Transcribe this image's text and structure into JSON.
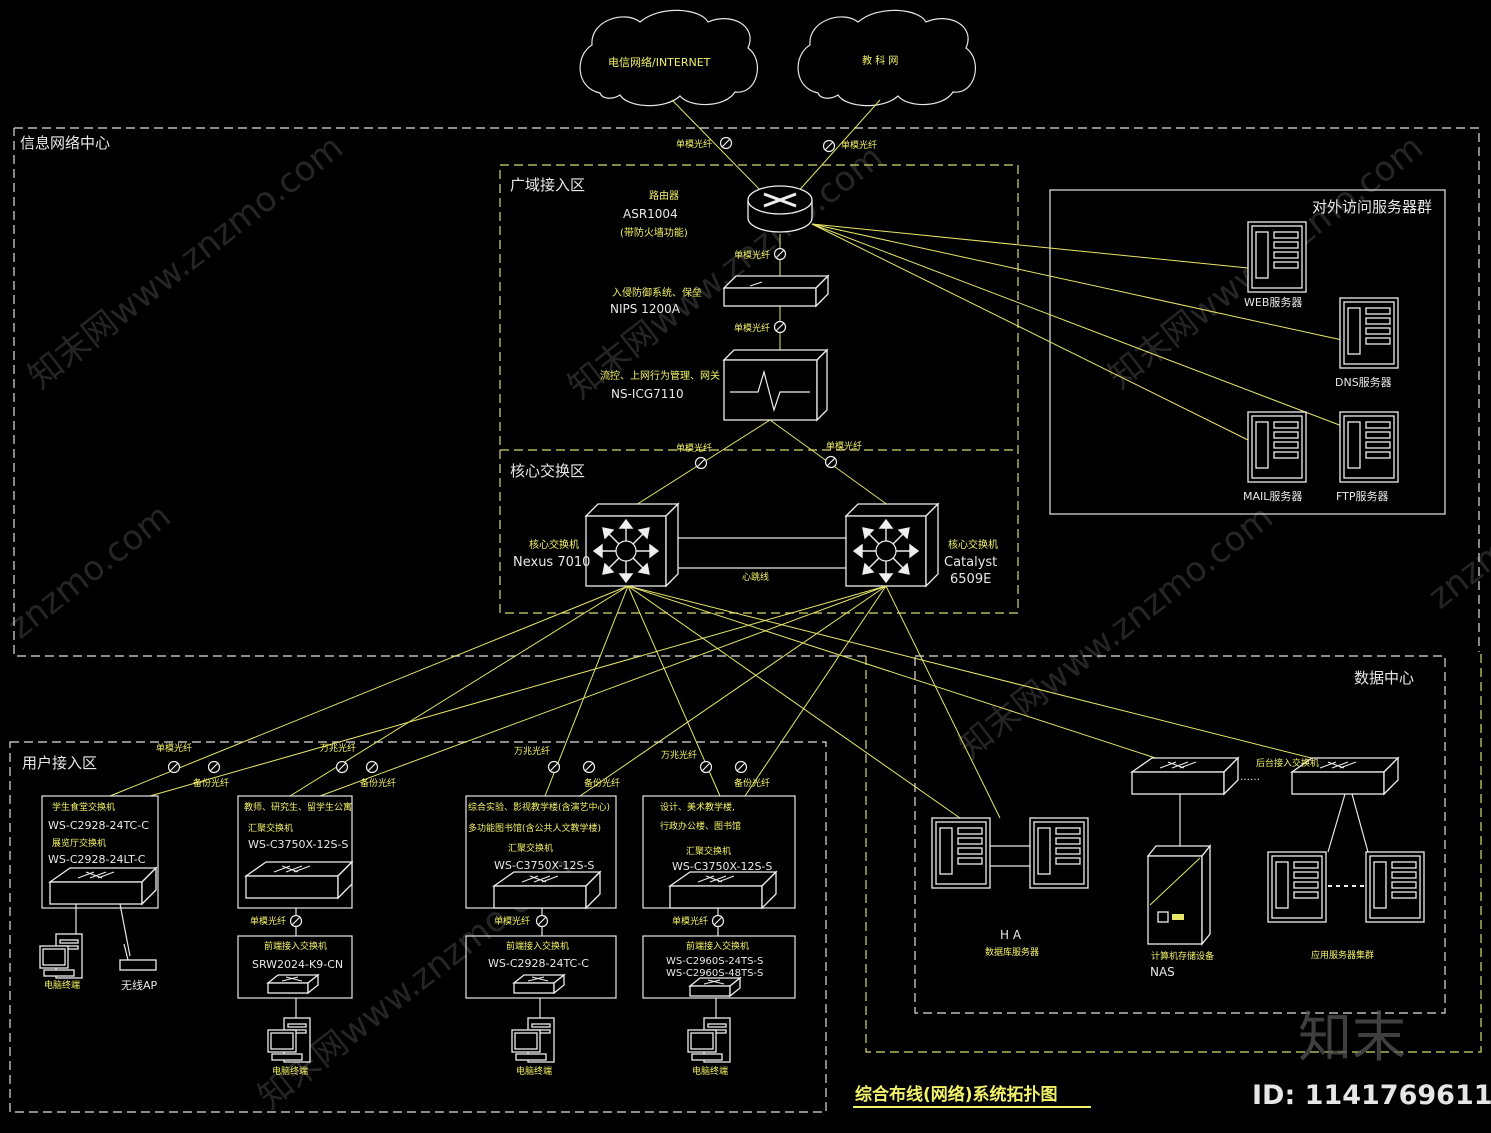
{
  "colors": {
    "background": "#000000",
    "lines": "#e6e66a",
    "text_white": "#e8e8e8",
    "text_yellow": "#f2f26a"
  },
  "clouds": {
    "internet": "电信网络/INTERNET",
    "edu": "教 科 网"
  },
  "zones": {
    "center": "信息网络中心",
    "wan": "广域接入区",
    "core": "核心交换区",
    "servers": "对外访问服务器群",
    "datacenter": "数据中心",
    "user": "用户接入区"
  },
  "labels": {
    "single_fiber": "单模光纤",
    "gigabit_fiber": "万兆光纤",
    "backup_fiber": "备份光纤",
    "heartbeat": "心跳线"
  },
  "router": {
    "role": "路由器",
    "model": "ASR1004",
    "note": "(带防火墙功能)"
  },
  "ips": {
    "role": "入侵防御系统、保垒",
    "model": "NIPS 1200A"
  },
  "icg": {
    "role": "流控、上网行为管理、网关",
    "model": "NS-ICG7110"
  },
  "core_left": {
    "role": "核心交换机",
    "model": "Nexus 7010"
  },
  "core_right": {
    "role": "核心交换机",
    "model1": "Catalyst",
    "model2": "6509E"
  },
  "servers": {
    "web": "WEB服务器",
    "dns": "DNS服务器",
    "mail": "MAIL服务器",
    "ftp": "FTP服务器"
  },
  "datacenter": {
    "dc_switch": "后台接入交换机",
    "dots": "……",
    "ha": "H A",
    "db": "数据库服务器",
    "storage": "计算机存储设备",
    "nas": "NAS",
    "app": "应用服务器集群"
  },
  "user": {
    "g1_a": "学生食堂交换机",
    "g1_b": "WS-C2928-24TC-C",
    "g1_c": "展览厅交换机",
    "g1_d": "WS-C2928-24LT-C",
    "pc": "电脑终端",
    "ap": "无线AP",
    "g2_a": "教师、研究生、留学生公寓",
    "g2_b": "汇聚交换机",
    "g2_c": "WS-C3750X-12S-S",
    "g2_acc_role": "前端接入交换机",
    "g2_acc_model": "SRW2024-K9-CN",
    "g3_a": "综合实验、影视教学楼(含演艺中心)",
    "g3_b": "多功能图书馆(含公共人文教学楼)",
    "g3_c": "汇聚交换机",
    "g3_d": "WS-C3750X-12S-S",
    "g3_acc_role": "前端接入交换机",
    "g3_acc_model": "WS-C2928-24TC-C",
    "g4_a": "设计、美术教学楼,",
    "g4_b": "行政办公楼、图书馆",
    "g4_c": "汇聚交换机",
    "g4_d": "WS-C3750X-12S-S",
    "g4_acc_role": "前端接入交换机",
    "g4_acc_model1": "WS-C2960S-24TS-S",
    "g4_acc_model2": "WS-C2960S-48TS-S"
  },
  "title": "综合布线(网络)系统拓扑图",
  "watermark": {
    "site": "znzmo.com",
    "cn": "知末网www.znzmo.com",
    "logo": "知末",
    "id": "ID: 1141769611"
  }
}
